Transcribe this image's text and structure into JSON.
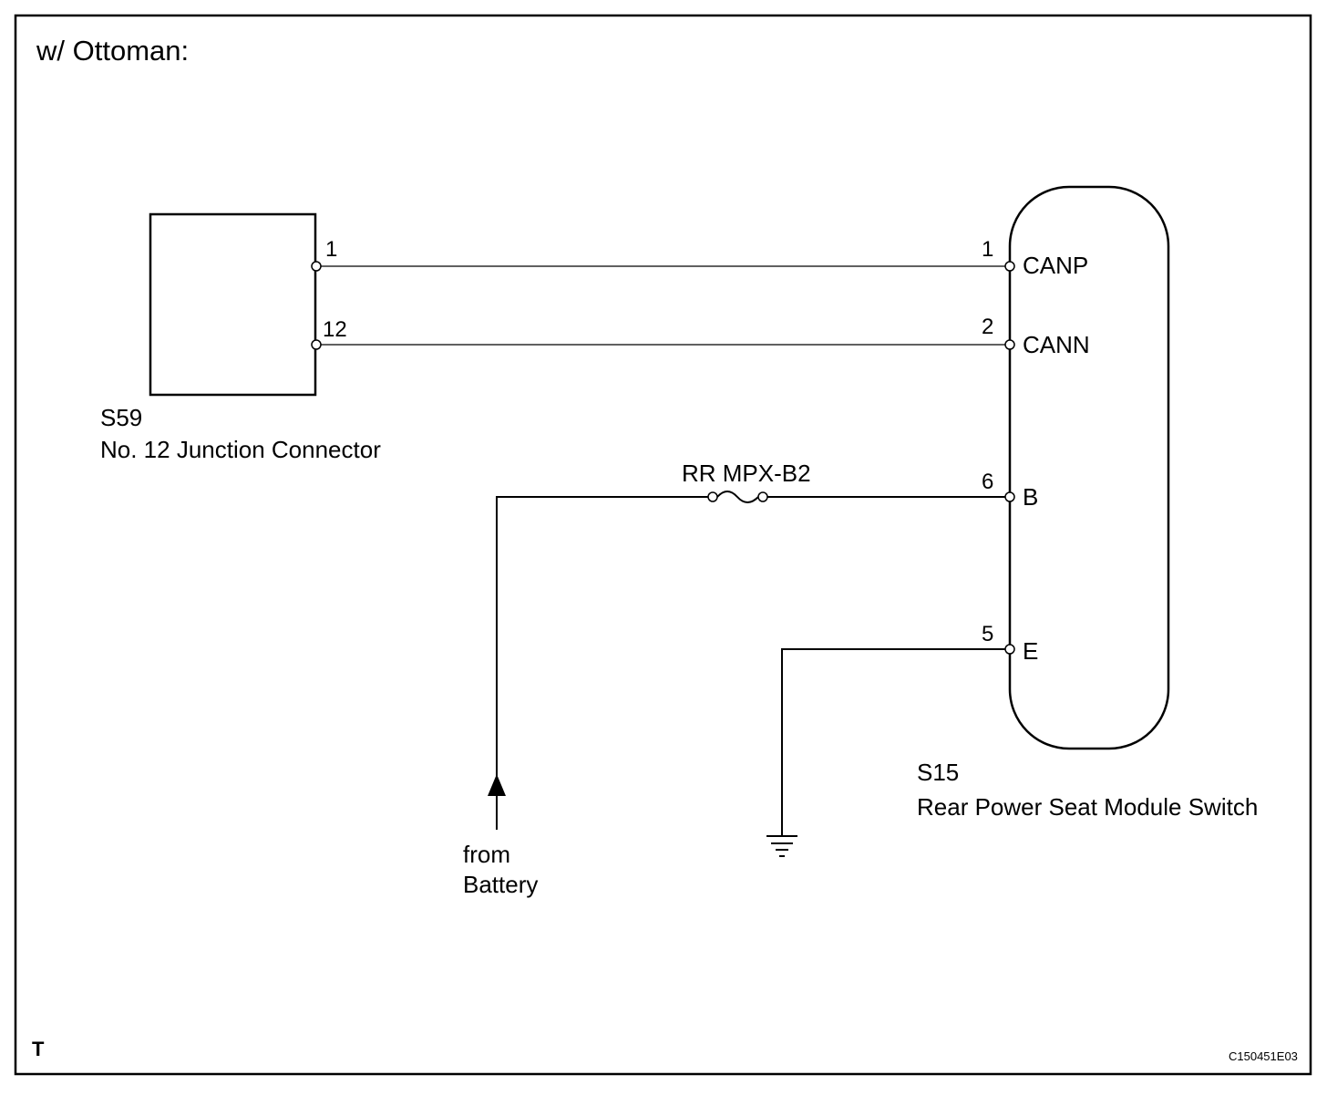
{
  "header": {
    "title": "w/ Ottoman:"
  },
  "footer": {
    "corner_mark": "T",
    "figure_code": "C150451E03"
  },
  "junction_connector": {
    "id": "S59",
    "name": "No. 12 Junction Connector",
    "pins": [
      "1",
      "12"
    ]
  },
  "seat_module_switch": {
    "id": "S15",
    "name": "Rear Power Seat Module Switch",
    "terminals": [
      {
        "pin": "1",
        "name": "CANP"
      },
      {
        "pin": "2",
        "name": "CANN"
      },
      {
        "pin": "6",
        "name": "B"
      },
      {
        "pin": "5",
        "name": "E"
      }
    ]
  },
  "fuse": {
    "label": "RR MPX-B2"
  },
  "battery": {
    "line1": "from",
    "line2": "Battery"
  }
}
